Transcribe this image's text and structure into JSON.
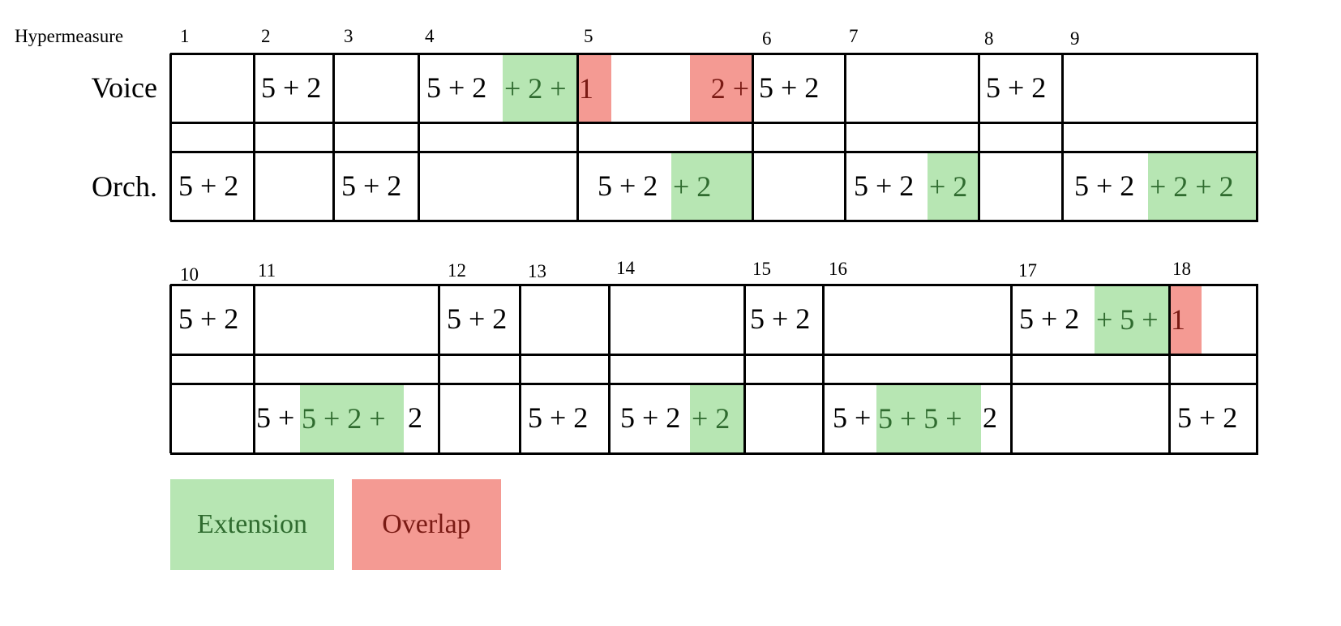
{
  "header_label": "Hypermeasure",
  "row_labels": {
    "voice": "Voice",
    "orchestra": "Orch."
  },
  "colors": {
    "extension": "#b7e6b3",
    "extension_text": "#2f6b2f",
    "overlap": "#f49a93",
    "overlap_text": "#7a1a14"
  },
  "systems": [
    {
      "hypermeasures": [
        "1",
        "2",
        "3",
        "4",
        "5",
        "6",
        "7",
        "8",
        "9"
      ],
      "voice": [
        {
          "text": "5 + 2",
          "type": "plain"
        },
        {
          "text": "5 + 2",
          "type": "plain"
        },
        {
          "text": "+ 2 +",
          "type": "extension"
        },
        {
          "text": "1",
          "type": "overlap"
        },
        {
          "text": "2 +",
          "type": "overlap"
        },
        {
          "text": "5 + 2",
          "type": "plain"
        },
        {
          "text": "5 + 2",
          "type": "plain"
        }
      ],
      "orchestra": [
        {
          "text": "5 + 2",
          "type": "plain"
        },
        {
          "text": "5 + 2",
          "type": "plain"
        },
        {
          "text": "5 + 2",
          "type": "plain"
        },
        {
          "text": "+ 2",
          "type": "extension"
        },
        {
          "text": "5 + 2",
          "type": "plain"
        },
        {
          "text": "+ 2",
          "type": "extension"
        },
        {
          "text": "5 + 2",
          "type": "plain"
        },
        {
          "text": "+ 2 + 2",
          "type": "extension"
        }
      ]
    },
    {
      "hypermeasures": [
        "10",
        "11",
        "12",
        "13",
        "14",
        "15",
        "16",
        "17",
        "18"
      ],
      "voice": [
        {
          "text": "5 + 2",
          "type": "plain"
        },
        {
          "text": "5 + 2",
          "type": "plain"
        },
        {
          "text": "5 + 2",
          "type": "plain"
        },
        {
          "text": "5 + 2",
          "type": "plain"
        },
        {
          "text": "+ 5 +",
          "type": "extension"
        },
        {
          "text": "1",
          "type": "overlap"
        }
      ],
      "orchestra": [
        {
          "text": "5 +",
          "type": "plain"
        },
        {
          "text": "5 + 2 +",
          "type": "extension"
        },
        {
          "text": "2",
          "type": "plain"
        },
        {
          "text": "5 + 2",
          "type": "plain"
        },
        {
          "text": "5 + 2",
          "type": "plain"
        },
        {
          "text": "+ 2",
          "type": "extension"
        },
        {
          "text": "5 +",
          "type": "plain"
        },
        {
          "text": "5 + 5 +",
          "type": "extension"
        },
        {
          "text": "2",
          "type": "plain"
        },
        {
          "text": "5 + 2",
          "type": "plain"
        }
      ]
    }
  ],
  "legend": [
    {
      "label": "Extension",
      "type": "extension"
    },
    {
      "label": "Overlap",
      "type": "overlap"
    }
  ]
}
